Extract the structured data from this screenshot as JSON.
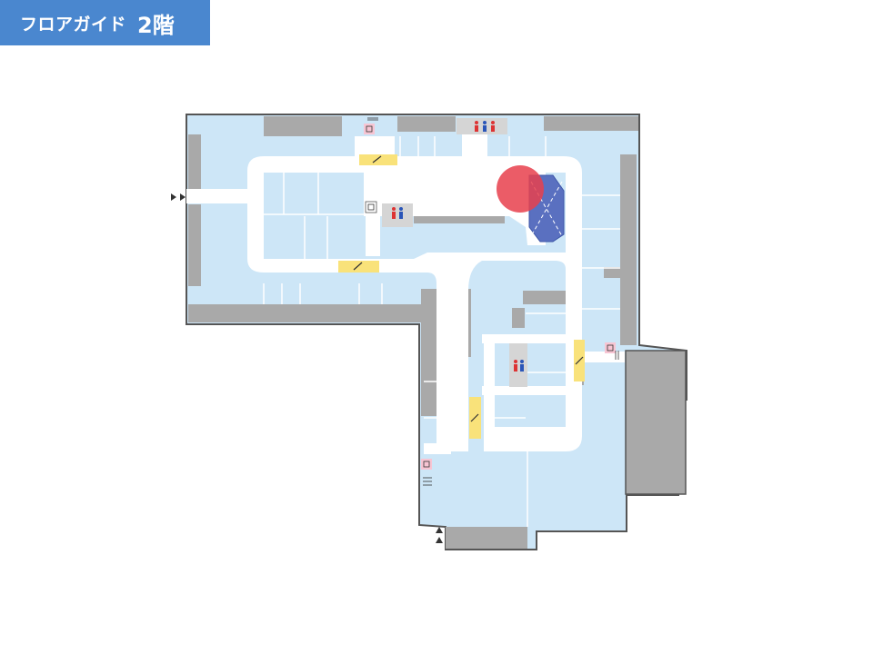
{
  "header": {
    "title": "フロアガイド",
    "floor": "2階"
  },
  "colors": {
    "header_bg": "#4a87cf",
    "shop": "#cde6f7",
    "corridor": "#ffffff",
    "service": "#a9a9a9",
    "wall": "#555555",
    "escalator": "#f9e27a",
    "elevator": "#f7c5d3",
    "restroom": "#d5d5d5",
    "atrium": "#5a70c0",
    "marker": "#e8404c"
  },
  "map": {
    "current_location_marker": "you-are-here",
    "icons": {
      "escalator": "escalator-icon",
      "elevator": "elevator-icon",
      "restroom": "restroom-icon",
      "entrance": "entrance-arrow-icon"
    }
  }
}
